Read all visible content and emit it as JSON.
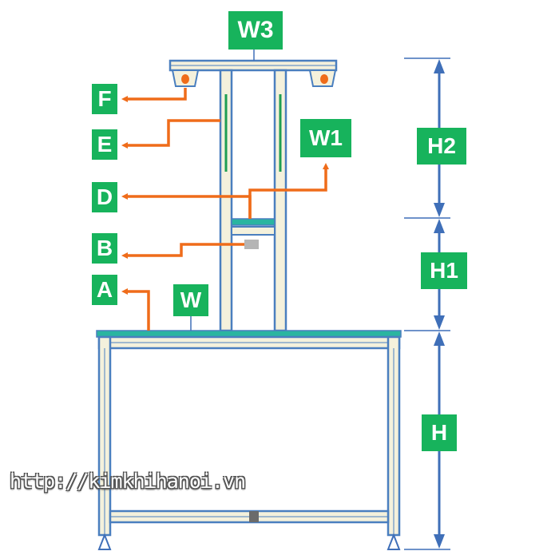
{
  "colors": {
    "label_bg": "#17b35c",
    "label_text": "#ffffff",
    "pointer": "#ef6c1a",
    "dimension": "#3f6fb8",
    "frame_outline": "#4a7fbf",
    "frame_fill": "#f4f1dc",
    "tabletop": "#2ab5a0"
  },
  "labels": {
    "w3": "W3",
    "w1": "W1",
    "w": "W",
    "h2": "H2",
    "h1": "H1",
    "h": "H",
    "a": "A",
    "b": "B",
    "d": "D",
    "e": "E",
    "f": "F"
  },
  "watermark": "http://kimkhihanoi.vn"
}
